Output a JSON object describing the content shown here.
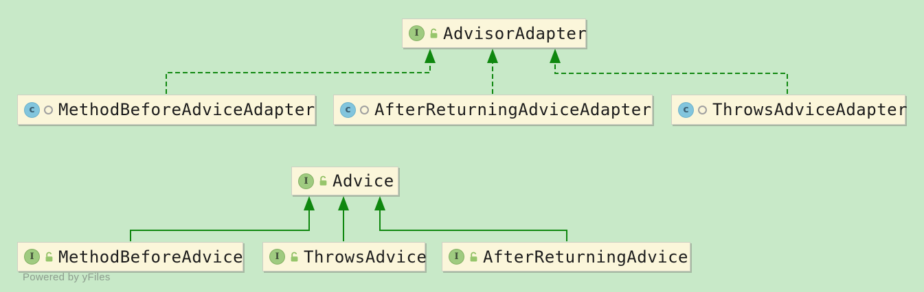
{
  "watermark": "Powered by yFiles",
  "colors": {
    "background": "#c8e9c8",
    "node_fill": "#fbf6da",
    "node_border": "#cfcfc4",
    "edge_green": "#0f870f",
    "interface_icon_fill": "#9fcb80",
    "class_icon_fill": "#82c5dd"
  },
  "nodes": [
    {
      "id": "AdvisorAdapter",
      "label": "AdvisorAdapter",
      "stereotype": "interface",
      "icon_letter": "I"
    },
    {
      "id": "MethodBeforeAdviceAdapter",
      "label": "MethodBeforeAdviceAdapter",
      "stereotype": "class",
      "icon_letter": "c"
    },
    {
      "id": "AfterReturningAdviceAdapter",
      "label": "AfterReturningAdviceAdapter",
      "stereotype": "class",
      "icon_letter": "c"
    },
    {
      "id": "ThrowsAdviceAdapter",
      "label": "ThrowsAdviceAdapter",
      "stereotype": "class",
      "icon_letter": "c"
    },
    {
      "id": "Advice",
      "label": "Advice",
      "stereotype": "interface",
      "icon_letter": "I"
    },
    {
      "id": "MethodBeforeAdvice",
      "label": "MethodBeforeAdvice",
      "stereotype": "interface",
      "icon_letter": "I"
    },
    {
      "id": "ThrowsAdvice",
      "label": "ThrowsAdvice",
      "stereotype": "interface",
      "icon_letter": "I"
    },
    {
      "id": "AfterReturningAdvice",
      "label": "AfterReturningAdvice",
      "stereotype": "interface",
      "icon_letter": "I"
    }
  ],
  "edges": [
    {
      "from": "MethodBeforeAdviceAdapter",
      "to": "AdvisorAdapter",
      "type": "implements"
    },
    {
      "from": "AfterReturningAdviceAdapter",
      "to": "AdvisorAdapter",
      "type": "implements"
    },
    {
      "from": "ThrowsAdviceAdapter",
      "to": "AdvisorAdapter",
      "type": "implements"
    },
    {
      "from": "MethodBeforeAdvice",
      "to": "Advice",
      "type": "extends"
    },
    {
      "from": "ThrowsAdvice",
      "to": "Advice",
      "type": "extends"
    },
    {
      "from": "AfterReturningAdvice",
      "to": "Advice",
      "type": "extends"
    }
  ]
}
